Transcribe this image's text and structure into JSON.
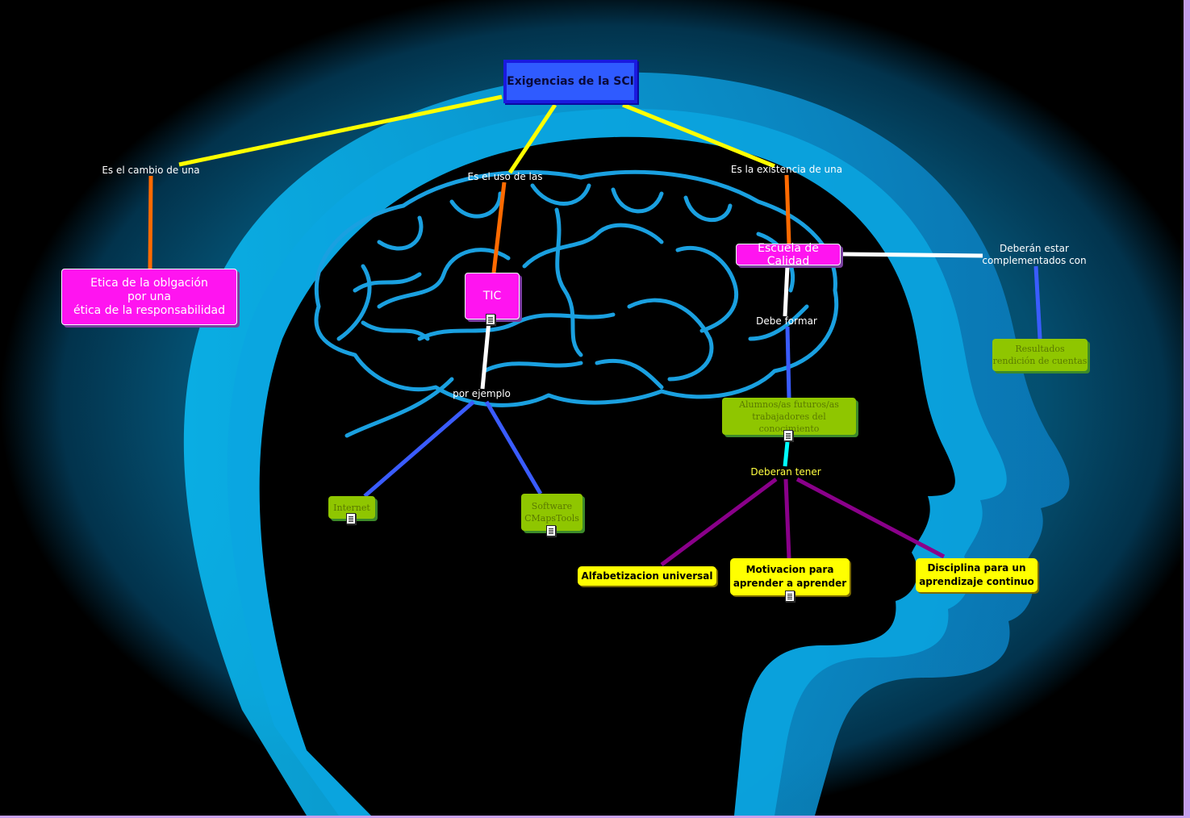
{
  "colors": {
    "yellow_link": "#ffff00",
    "orange_link": "#ff6a00",
    "white_link": "#ffffff",
    "blue_link": "#3a5cff",
    "cyan_link": "#00ffff",
    "purple_link": "#8a008a",
    "root_fill": "#2f5bff",
    "magenta_fill": "#ff14f0",
    "green_fill": "#8fc600",
    "yellow_fill": "#ffff00"
  },
  "concepts": {
    "root": "Exigencias de la SCI",
    "etica_line1": "Etica de la oblgación",
    "etica_line2": "por una",
    "etica_line3": "ética de la responsabilidad",
    "tic": "TIC",
    "escuela": "Escuela de Calidad",
    "internet": "Internet",
    "software_line1": "Software",
    "software_line2": "CMapsTools",
    "alumnos_line1": "Alumnos/as futuros/as",
    "alumnos_line2": "trabajadores del conocimiento",
    "resultados_line1": "Resultados",
    "resultados_line2": "rendición de cuentas",
    "alfabetizacion": "Alfabetizacion universal",
    "motivacion_line1": "Motivacion para",
    "motivacion_line2": "aprender a aprender",
    "disciplina_line1": "Disciplina para un",
    "disciplina_line2": "aprendizaje continuo"
  },
  "linking_phrases": {
    "cambio": "Es el cambio de una",
    "uso": "Es el uso de las",
    "existencia": "Es la existencia de una",
    "por_ejemplo": "por ejemplo",
    "debe_formar": "Debe formar",
    "deberan_tener": "Deberan tener",
    "complementados_line1": "Deberán estar",
    "complementados_line2": "complementados con"
  },
  "icons": {
    "resource": "document-icon"
  }
}
